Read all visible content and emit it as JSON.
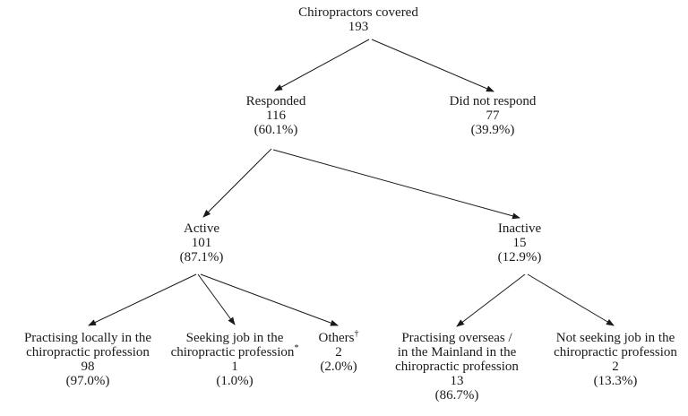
{
  "diagram": {
    "type": "tree-flowchart",
    "colors": {
      "background": "#ffffff",
      "text": "#1a1a1a",
      "line": "#1a1a1a"
    },
    "nodes": {
      "root": {
        "line1": "Chiropractors covered",
        "value": "193"
      },
      "responded": {
        "line1": "Responded",
        "value": "116",
        "percent": "(60.1%)"
      },
      "did_not_respond": {
        "line1": "Did not respond",
        "value": "77",
        "percent": "(39.9%)"
      },
      "active": {
        "line1": "Active",
        "value": "101",
        "percent": "(87.1%)"
      },
      "inactive": {
        "line1": "Inactive",
        "value": "15",
        "percent": "(12.9%)"
      },
      "practising_locally": {
        "line1": "Practising locally in the",
        "line2": "chiropractic profession",
        "value": "98",
        "percent": "(97.0%)"
      },
      "seeking_job": {
        "line1": "Seeking job in the",
        "line2": "chiropractic profession",
        "sup": "*",
        "value": "1",
        "percent": "(1.0%)"
      },
      "others": {
        "line1": "Others",
        "sup": "†",
        "value": "2",
        "percent": "(2.0%)"
      },
      "practising_overseas": {
        "line1": "Practising overseas /",
        "line2": "in the Mainland in the",
        "line3": "chiropractic profession",
        "value": "13",
        "percent": "(86.7%)"
      },
      "not_seeking_job": {
        "line1": "Not seeking job in the",
        "line2": "chiropractic profession",
        "value": "2",
        "percent": "(13.3%)"
      }
    },
    "edges": [
      "root->responded",
      "root->did_not_respond",
      "responded->active",
      "responded->inactive",
      "active->practising_locally",
      "active->seeking_job",
      "active->others",
      "inactive->practising_overseas",
      "inactive->not_seeking_job"
    ]
  }
}
